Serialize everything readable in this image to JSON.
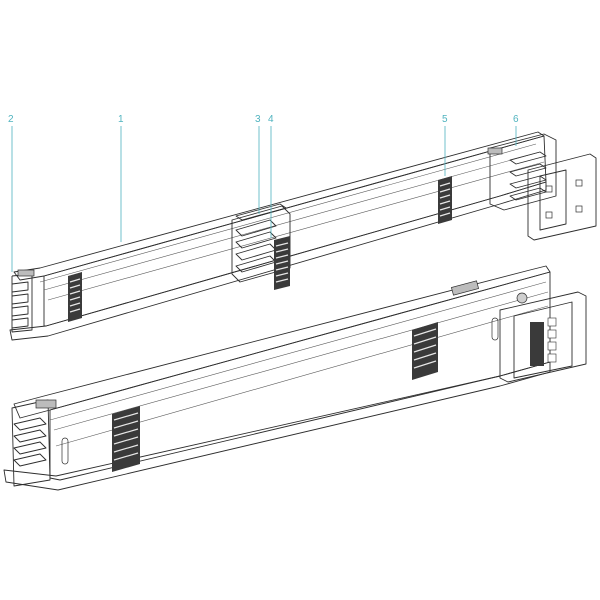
{
  "callouts": [
    {
      "id": "c2",
      "label": "2"
    },
    {
      "id": "c1",
      "label": "1"
    },
    {
      "id": "c3",
      "label": "3"
    },
    {
      "id": "c4",
      "label": "4"
    },
    {
      "id": "c5",
      "label": "5"
    },
    {
      "id": "c6",
      "label": "6"
    }
  ],
  "colors": {
    "callout": "#4fb3bf",
    "body_light": "#f0f0f0",
    "body_mid": "#d9d9d9",
    "body_dark": "#bcbcbc",
    "vent": "#3a3a3a",
    "outline": "#2e2e2e"
  }
}
